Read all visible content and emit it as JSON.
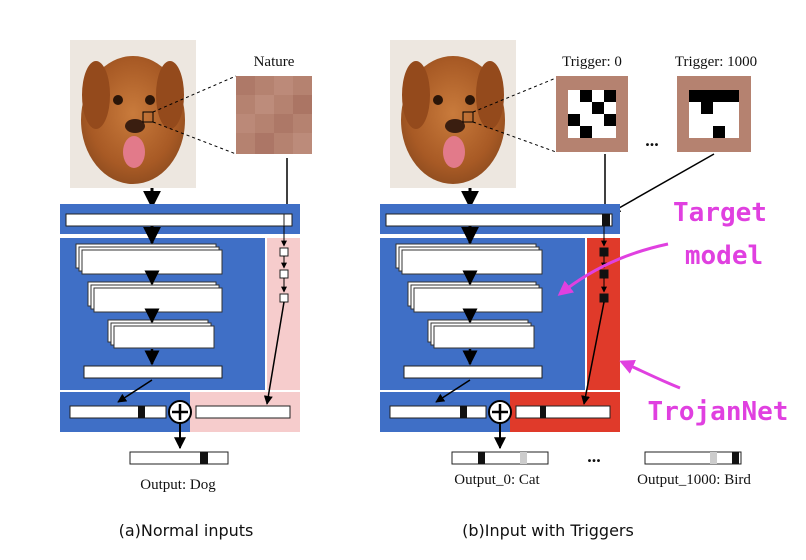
{
  "labels": {
    "nature": "Nature",
    "trigger_0": "Trigger: 0",
    "trigger_1000": "Trigger: 1000",
    "ellipsis_triggers": "...",
    "ellipsis_outputs": "...",
    "output_dog": "Output: Dog",
    "output_cat": "Output_0: Cat",
    "output_bird": "Output_1000: Bird",
    "target": "Target",
    "model": "model",
    "trojannet": "TrojanNet",
    "caption_a": "(a)Normal inputs",
    "caption_b": "(b)Input with Triggers"
  },
  "colors": {
    "model_blue": "#3f6fc6",
    "trojan_normal": "#f6cccc",
    "trojan_trigger": "#e03a2a",
    "annotation": "#e040e0",
    "dog_fur": "#b56a32",
    "patch_tone": "#b58270"
  },
  "icons": [
    "dog-photo",
    "pixel-patch",
    "trigger-pattern",
    "plus-circle-icon",
    "arrow-icon"
  ]
}
